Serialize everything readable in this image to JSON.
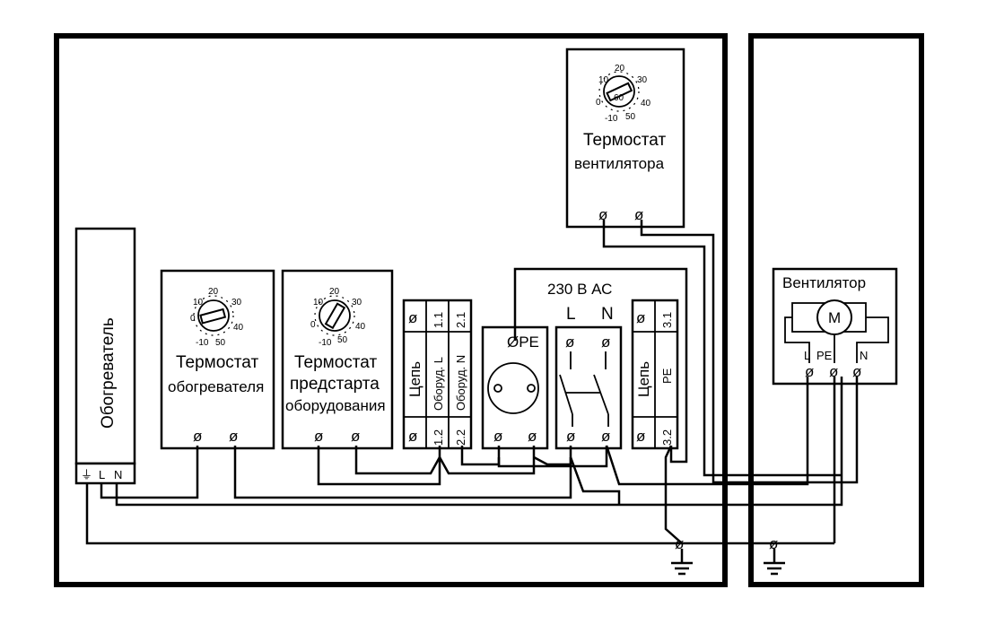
{
  "labels": {
    "heater": "Обогреватель",
    "heater_terminals": [
      "⏚",
      "L",
      "N"
    ],
    "heater_thermostat_line1": "Термостат",
    "heater_thermostat_line2": "обогревателя",
    "prestart_thermostat_line1": "Термостат",
    "prestart_thermostat_line2": "предстарта",
    "prestart_thermostat_line3": "оборудования",
    "fan_thermostat_line1": "Термостат",
    "fan_thermostat_line2": "вентилятора",
    "fan": "Вентилятор",
    "motor": "M",
    "fan_terminals": [
      "L",
      "PE",
      "N"
    ],
    "supply": "230 В АС",
    "supply_L": "L",
    "supply_N": "N",
    "socket_pe": "ØPE",
    "block1_col1": "Цепь",
    "block1_col2": "Оборуд. L",
    "block1_col3": "Оборуд. N",
    "block1_top1": "1.1",
    "block1_top2": "2.1",
    "block1_bot1": "1.2",
    "block1_bot2": "2.2",
    "block2_col1": "Цепь",
    "block2_col2": "PE",
    "block2_top": "3.1",
    "block2_bot": "3.2"
  },
  "dial_scale_heater": [
    "-10",
    "0",
    "10",
    "20",
    "30",
    "40",
    "50"
  ],
  "dial_scale_prestart": [
    "-10",
    "0",
    "10",
    "20",
    "30",
    "40",
    "50"
  ],
  "dial_scale_fan": [
    "-10",
    "0",
    "10",
    "20",
    "30",
    "40",
    "50",
    "60"
  ]
}
